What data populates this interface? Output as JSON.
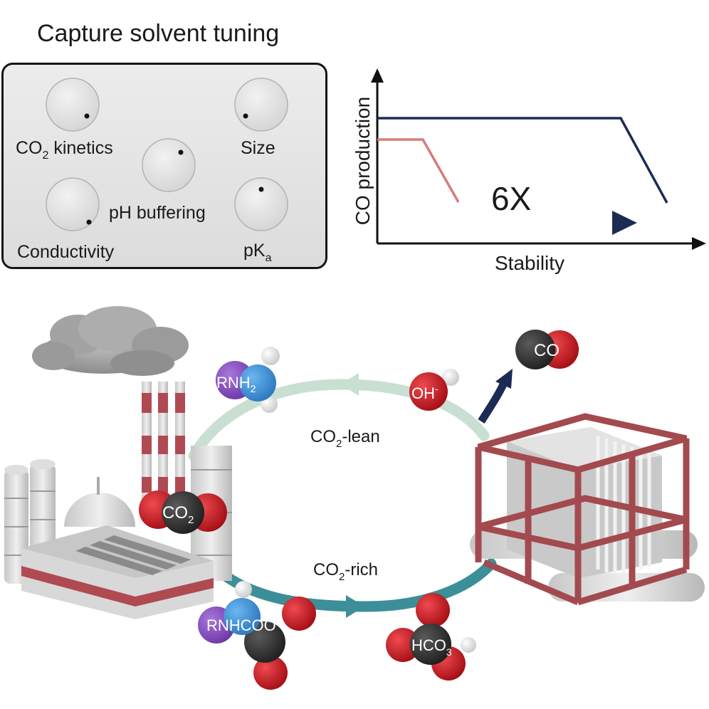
{
  "panel": {
    "title": "Capture solvent tuning",
    "knobs": [
      {
        "main": "CO",
        "sub": "2",
        "rest": " kinetics"
      },
      {
        "main": "Size"
      },
      {
        "main": "pH buffering"
      },
      {
        "main": "Conductivity"
      },
      {
        "main": "pK",
        "sub": "a"
      }
    ]
  },
  "chart": {
    "ylabel": "CO production",
    "xlabel": "Stability",
    "annotation": "6X",
    "colors": {
      "navy": "#1c2b55",
      "red": "#d97a7a"
    }
  },
  "cycle": {
    "lean": {
      "main": "CO",
      "sub": "2",
      "rest": "-lean"
    },
    "rich": {
      "main": "CO",
      "sub": "2",
      "rest": "-rich"
    }
  },
  "molecules": {
    "rnh2": {
      "main": "RNH",
      "sub": "2"
    },
    "oh": {
      "main": "OH",
      "sup": "-"
    },
    "co": "CO",
    "co2": {
      "main": "CO",
      "sub": "2"
    },
    "rnhcoo": {
      "main": "RNHCOO",
      "sup": "-"
    },
    "hco3": {
      "main": "HCO",
      "sub": "3",
      "sup": "-"
    }
  },
  "colors": {
    "lean_arrow": "#c8dfd1",
    "rich_arrow": "#3c8e98",
    "factory_stripe": "#b04a52",
    "frame": "#a34a4f",
    "oxygen": "#c4171f",
    "carbon": "#3a3a3a",
    "nitrogen": "#3c8fd6",
    "r_group": "#8b4fc3"
  }
}
